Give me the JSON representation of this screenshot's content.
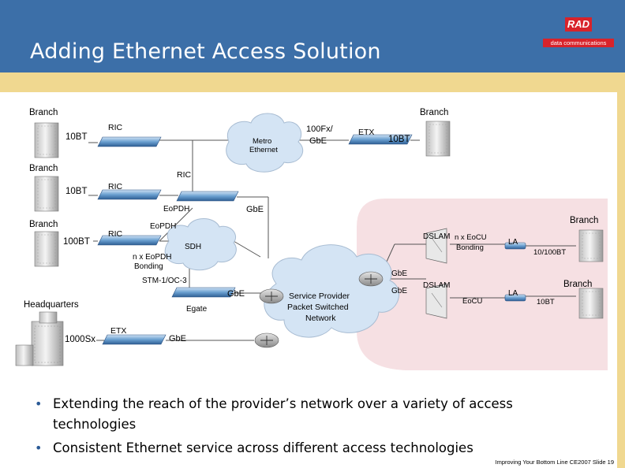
{
  "header": {
    "title": "Adding Ethernet Access Solution",
    "logo": "RAD",
    "logo_sub": "data communications"
  },
  "diagram": {
    "labels": {
      "branch_a": "Branch",
      "branch_b": "Branch",
      "branch_c": "Branch",
      "branch_d": "Branch",
      "branch_e": "Branch",
      "branch_f": "Branch",
      "headquarters": "Headquarters",
      "bt10_a": "10BT",
      "bt10_b": "10BT",
      "bt100": "100BT",
      "sx1000": "1000Sx",
      "ric_a": "RIC",
      "ric_b": "RIC",
      "ric_c": "RIC",
      "ric_d": "RIC",
      "etx_a": "ETX",
      "etx_b": "ETX",
      "metro_1": "Metro",
      "metro_2": "Ethernet",
      "fx_1": "100Fx/",
      "fx_2": "GbE",
      "bt10_c": "10BT",
      "eopdh_a": "EoPDH",
      "eopdh_b": "EoPDH",
      "gbe_a": "GbE",
      "sdh": "SDH",
      "nx_eopdh_1": "n x EoPDH",
      "nx_eopdh_2": "Bonding",
      "stm": "STM-1/OC-3",
      "gbe_b": "GbE",
      "egate": "Egate",
      "gbe_c": "GbE",
      "sp_1": "Service Provider",
      "sp_2": "Packet Switched",
      "sp_3": "Network",
      "dslam_a": "DSLAM",
      "nx_eocu_1": "n x EoCU",
      "nx_eocu_2": "Bonding",
      "la_a": "LA",
      "bt10_100": "10/100BT",
      "gbe_d": "GbE",
      "gbe_e": "GbE",
      "dslam_b": "DSLAM",
      "eocu": "EoCU",
      "la_b": "LA",
      "bt10_d": "10BT"
    }
  },
  "bullets": [
    "Extending the reach of the provider’s network over a variety of access technologies",
    "Consistent Ethernet service across different access technologies"
  ],
  "footer": "Improving Your Bottom Line CE2007  Slide 19",
  "colors": {
    "header_blue": "#3c6fa8",
    "stripe_yellow": "#f0d890",
    "cloud_blue": "#d4e4f4",
    "access_region": "#f6e0e3",
    "device_blue": "#5c94c8"
  }
}
